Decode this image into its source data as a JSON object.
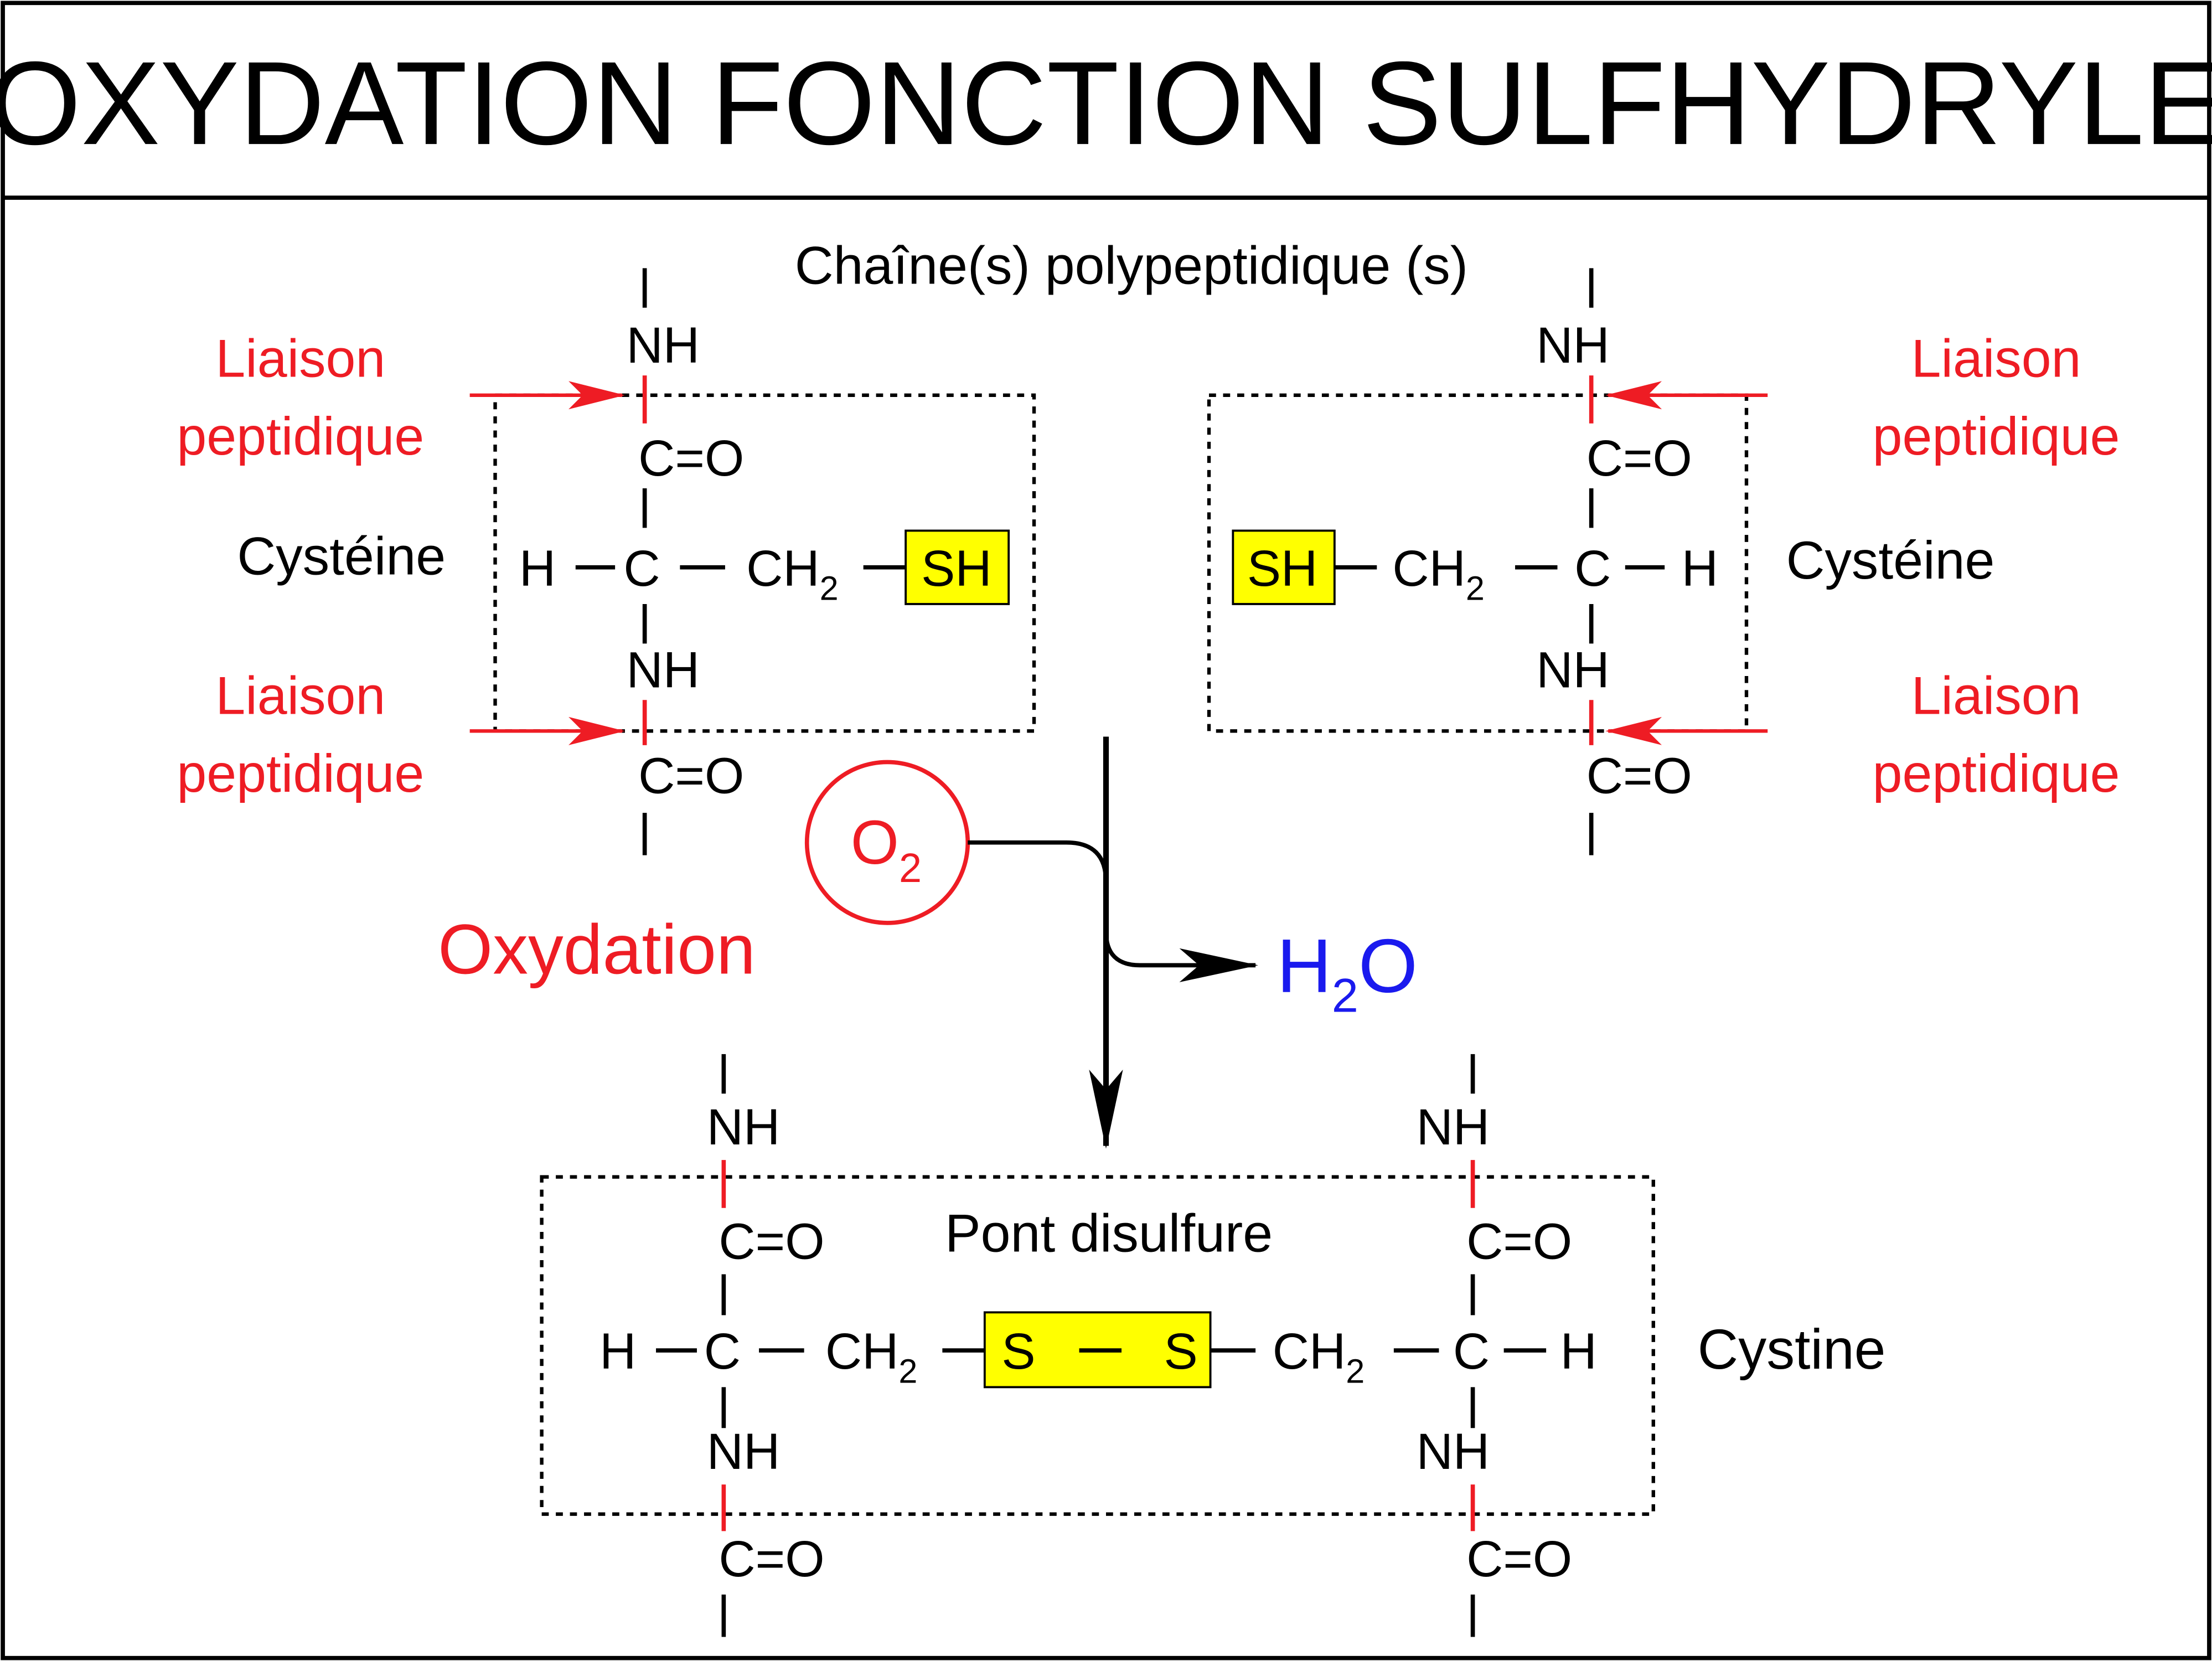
{
  "title": "OXYDATION FONCTION SULFHYDRYLE",
  "chain_label": "Chaîne(s) polypeptidique (s)",
  "peptide_label": {
    "line1": "Liaison",
    "line2": "peptidique"
  },
  "cysteine_label": "Cystéine",
  "cystine_label": "Cystine",
  "disulfide_label": "Pont disulfure",
  "oxidation_label": "Oxydation",
  "oxygen": {
    "base": "O",
    "sub": "2"
  },
  "water": {
    "h": "H",
    "sub": "2",
    "o": "O"
  },
  "atoms": {
    "nh": "NH",
    "co": "C=O",
    "h": "H",
    "c": "C",
    "ch": "CH",
    "ch_sub": "2",
    "sh": "SH",
    "s": "S"
  },
  "colors": {
    "red": "#ee1c24",
    "blue": "#1a1aee",
    "highlight": "#ffff00",
    "black": "#000000"
  }
}
